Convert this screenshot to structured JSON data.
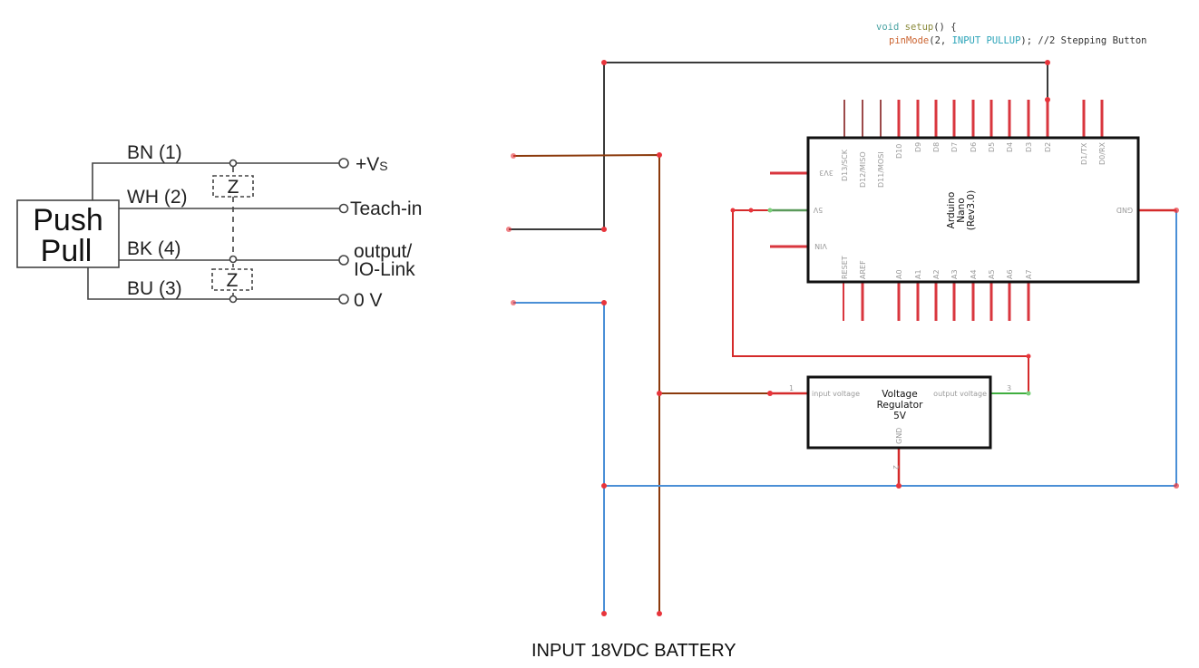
{
  "code_snippet": {
    "line1_keyword": "void",
    "line1_func": "setup",
    "line1_rest": "() {",
    "line2_func": "pinMode",
    "line2_args_start": "(2, ",
    "line2_constant": "INPUT PULLUP",
    "line2_rest": "); //2 Stepping Button"
  },
  "sensor": {
    "box_line1": "Push",
    "box_line2": "Pull",
    "wires": [
      {
        "label": "BN (1)",
        "terminal": "+V",
        "terminal_sub": "S"
      },
      {
        "label": "WH (2)",
        "terminal": "Teach-in"
      },
      {
        "label": "BK (4)",
        "terminal_line1": "output/",
        "terminal_line2": "IO-Link"
      },
      {
        "label": "BU (3)",
        "terminal": "0 V"
      }
    ],
    "load_label": "Z"
  },
  "arduino": {
    "title_line1": "Arduino",
    "title_line2": "Nano",
    "title_line3": "(Rev3.0)",
    "top_pins": [
      "D13/SCK",
      "D12/MISO",
      "D11/MOSI",
      "D10",
      "D9",
      "D8",
      "D7",
      "D6",
      "D5",
      "D4",
      "D3",
      "D2",
      "D1/TX",
      "D0/RX"
    ],
    "bottom_pins": [
      "RESET",
      "AREF",
      "A0",
      "A1",
      "A2",
      "A3",
      "A4",
      "A5",
      "A6",
      "A7"
    ],
    "left_pins": [
      "3V3",
      "5V",
      "VIN"
    ],
    "right_pins": [
      "GND"
    ]
  },
  "regulator": {
    "title_line1": "Voltage",
    "title_line2": "Regulator",
    "title_line3": "5V",
    "pin_input": "input voltage",
    "pin_output": "output voltage",
    "pin_gnd": "GND",
    "pin_num_input": "1",
    "pin_num_output": "3",
    "pin_num_gnd": "2"
  },
  "caption": "INPUT 18VDC BATTERY",
  "colors": {
    "wire_black": "#3a3a3a",
    "wire_brown": "#8b3a0c",
    "wire_blue": "#4a8fd6",
    "wire_red": "#d42a2a",
    "wire_green": "#3fae3f",
    "pin_red": "#d9363e",
    "pin_dark": "#9c4a4a",
    "node_red": "#e8343b",
    "code_keyword": "#4aa3a3",
    "code_func": "#cc6633",
    "code_text": "#333333"
  }
}
